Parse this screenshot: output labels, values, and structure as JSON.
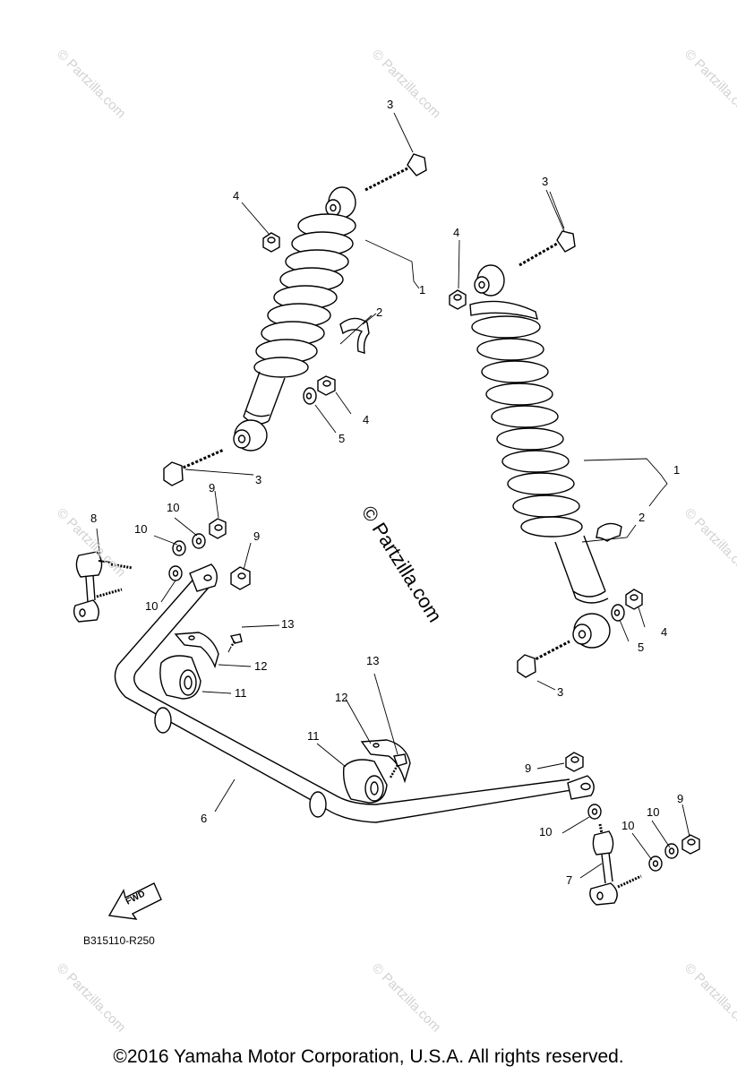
{
  "callouts": {
    "c1a": "1",
    "c1b": "1",
    "c2a": "2",
    "c2b": "2",
    "c3a": "3",
    "c3b": "3",
    "c3c": "3",
    "c3d": "3",
    "c4a": "4",
    "c4b": "4",
    "c4c": "4",
    "c4d": "4",
    "c5a": "5",
    "c5b": "5",
    "c6": "6",
    "c7": "7",
    "c8": "8",
    "c9a": "9",
    "c9b": "9",
    "c9c": "9",
    "c9d": "9",
    "c10a": "10",
    "c10b": "10",
    "c10c": "10",
    "c10d": "10",
    "c10e": "10",
    "c10f": "10",
    "c11a": "11",
    "c11b": "11",
    "c12a": "12",
    "c12b": "12",
    "c13a": "13",
    "c13b": "13"
  },
  "fwd_label": "FWD",
  "diagram_code": "B315110-R250",
  "watermark": "© Partzilla.com",
  "watermark_small": "© Partzilla.com",
  "copyright": "©2016  Yamaha Motor Corporation, U.S.A. All rights reserved."
}
